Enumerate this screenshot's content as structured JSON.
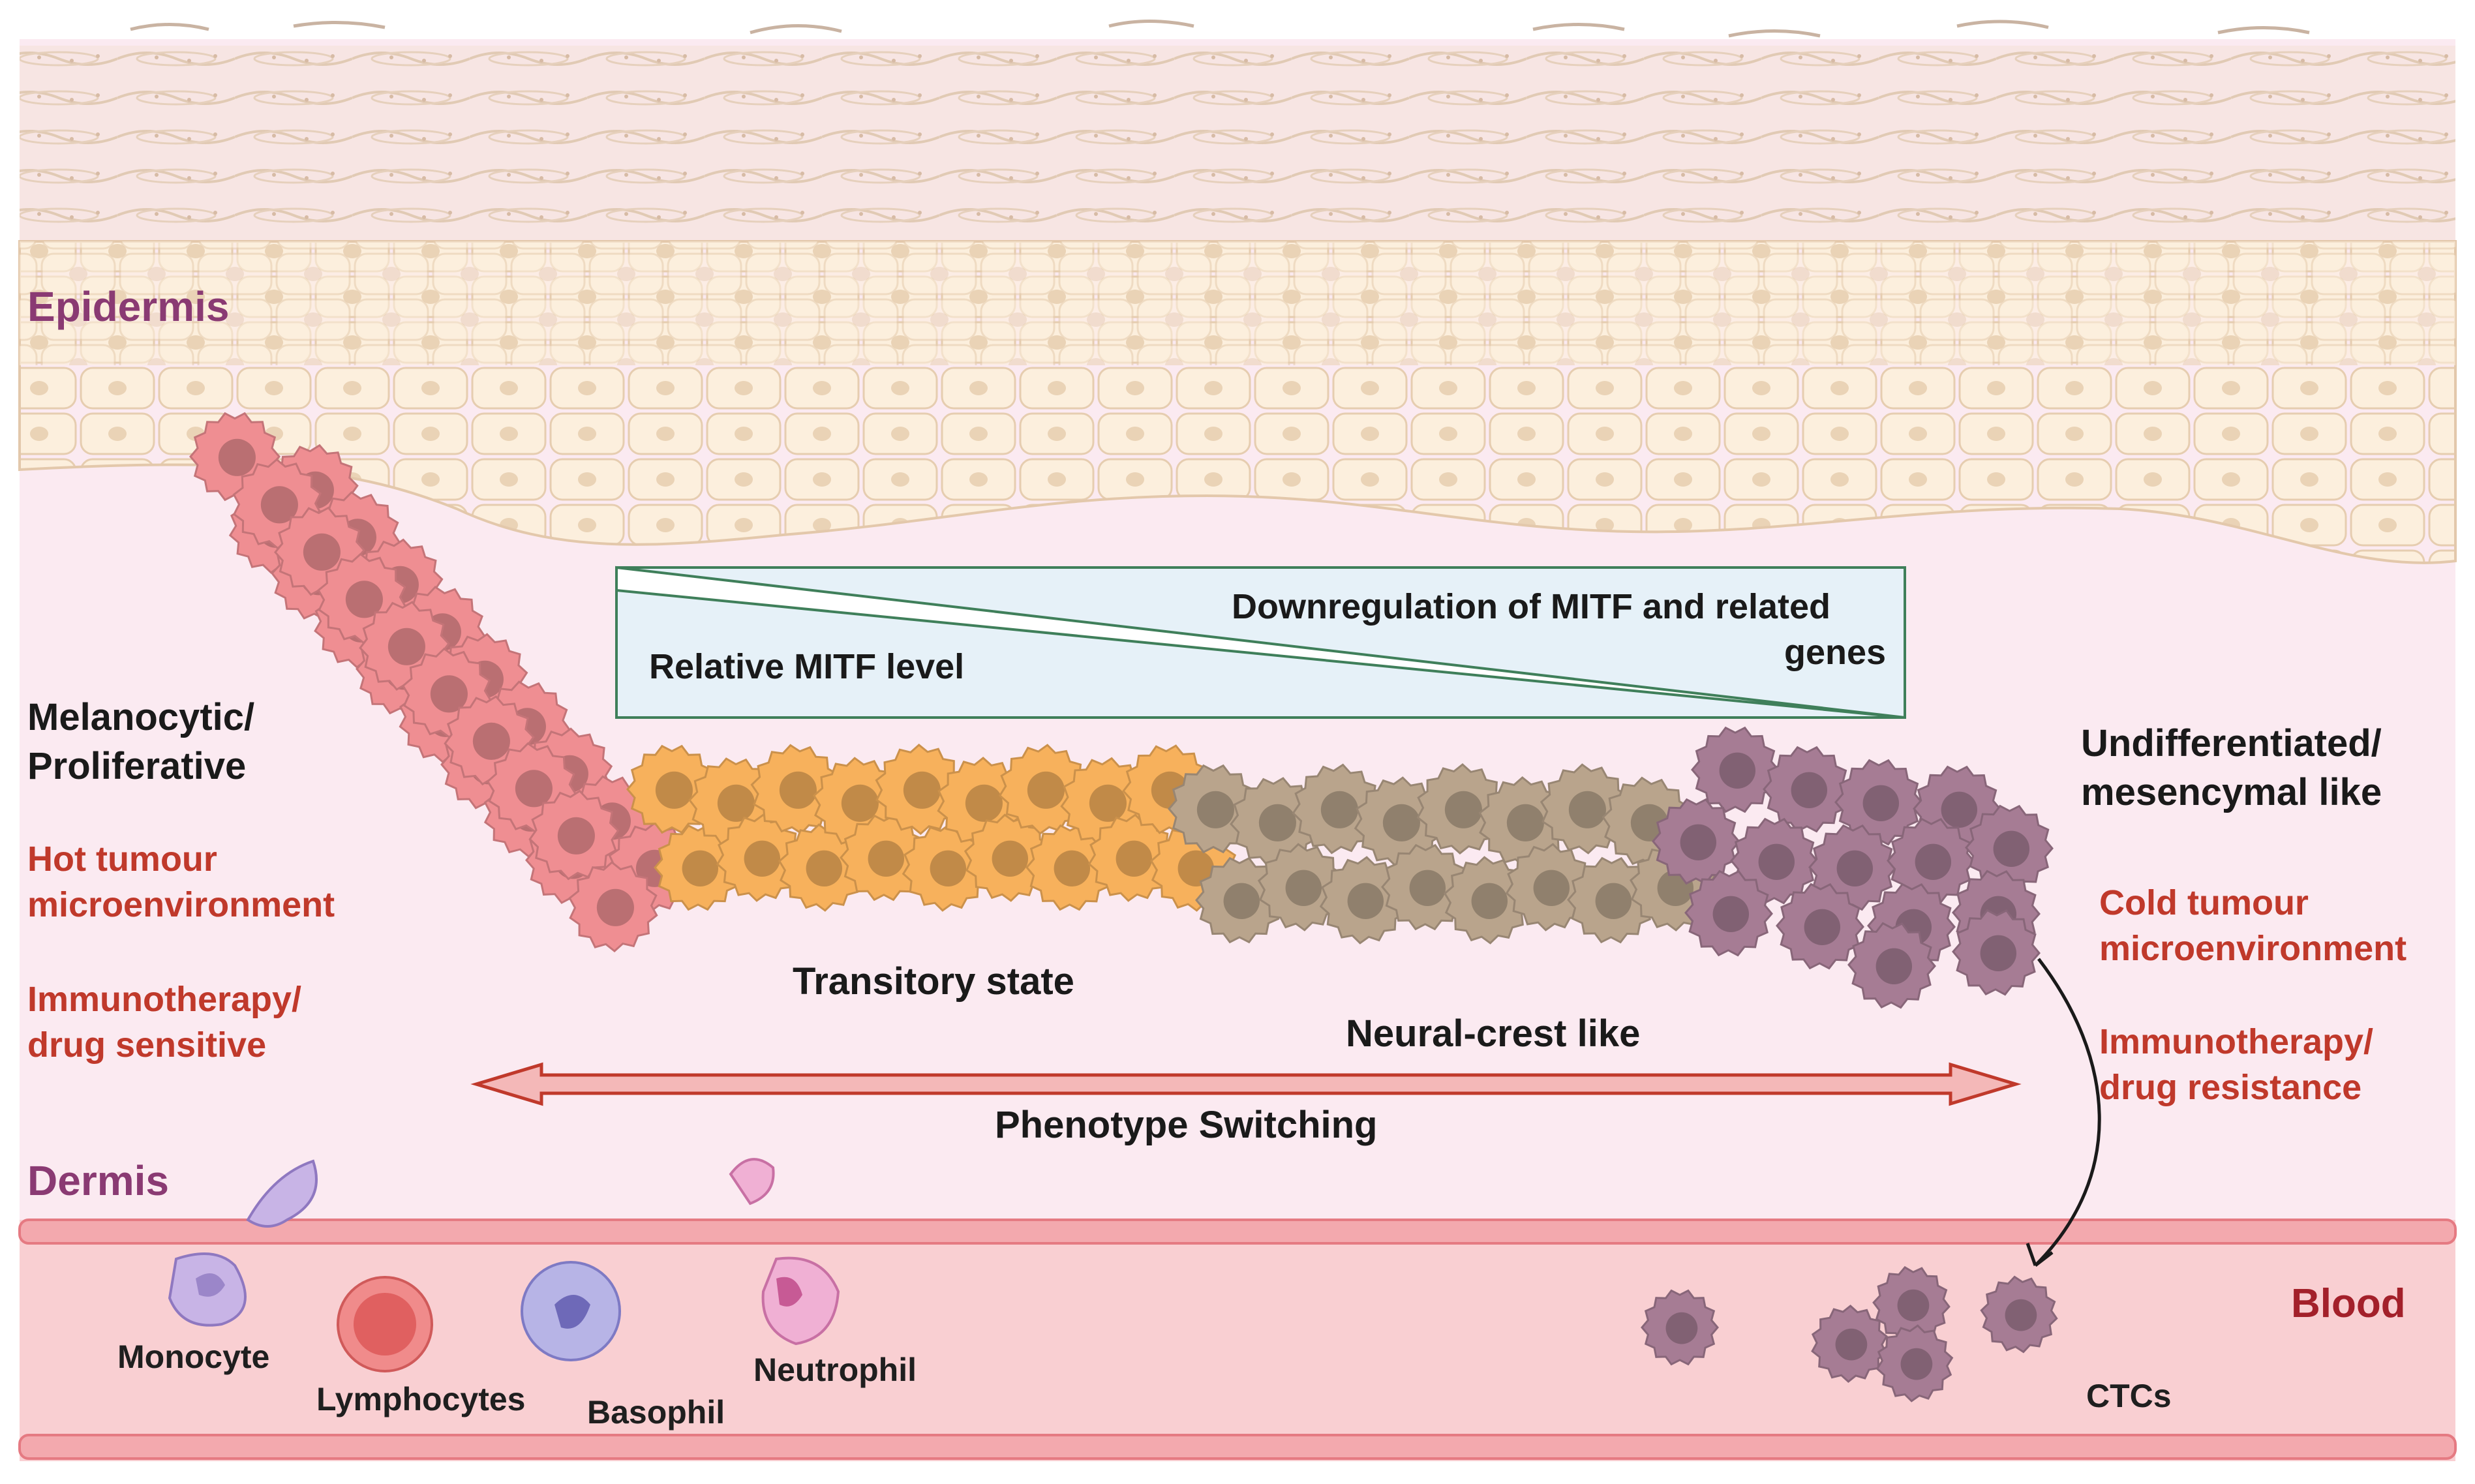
{
  "labels": {
    "epidermis": "Epidermis",
    "dermis": "Dermis",
    "blood": "Blood",
    "melanocytic_line1": "Melanocytic/",
    "melanocytic_line2": "Proliferative",
    "hot_line1": "Hot tumour",
    "hot_line2": "microenvironment",
    "immuno_sensitive_line1": "Immunotherapy/",
    "immuno_sensitive_line2": "drug sensitive",
    "transitory": "Transitory state",
    "neural_crest": "Neural-crest like",
    "undiff_line1": "Undifferentiated/",
    "undiff_line2": "mesencymal like",
    "cold_line1": "Cold tumour",
    "cold_line2": "microenvironment",
    "immuno_resistance_line1": "Immunotherapy/",
    "immuno_resistance_line2": "drug resistance",
    "phenotype_switching": "Phenotype Switching",
    "mitf_relative": "Relative MITF level",
    "mitf_down_line1": "Downregulation of MITF and related",
    "mitf_down_line2": "genes",
    "monocyte": "Monocyte",
    "lymphocytes": "Lymphocytes",
    "basophil": "Basophil",
    "neutrophil": "Neutrophil",
    "ctcs": "CTCs"
  },
  "colors": {
    "skin_top": "#f2e1d2",
    "keratinocyte": "#fbeedc",
    "dermis_bg": "#fbeaf1",
    "vessel": "#f8c9cb",
    "vessel_wall": "#e57a82",
    "melanocytic_cell": "#ef8e92",
    "transitory_cell": "#f7b15c",
    "neural_crest_cell": "#b9a48c",
    "mesenchymal_cell": "#a67c94",
    "phenotype_arrow": "#e06060",
    "mitf_box": "#e6f1f8"
  }
}
